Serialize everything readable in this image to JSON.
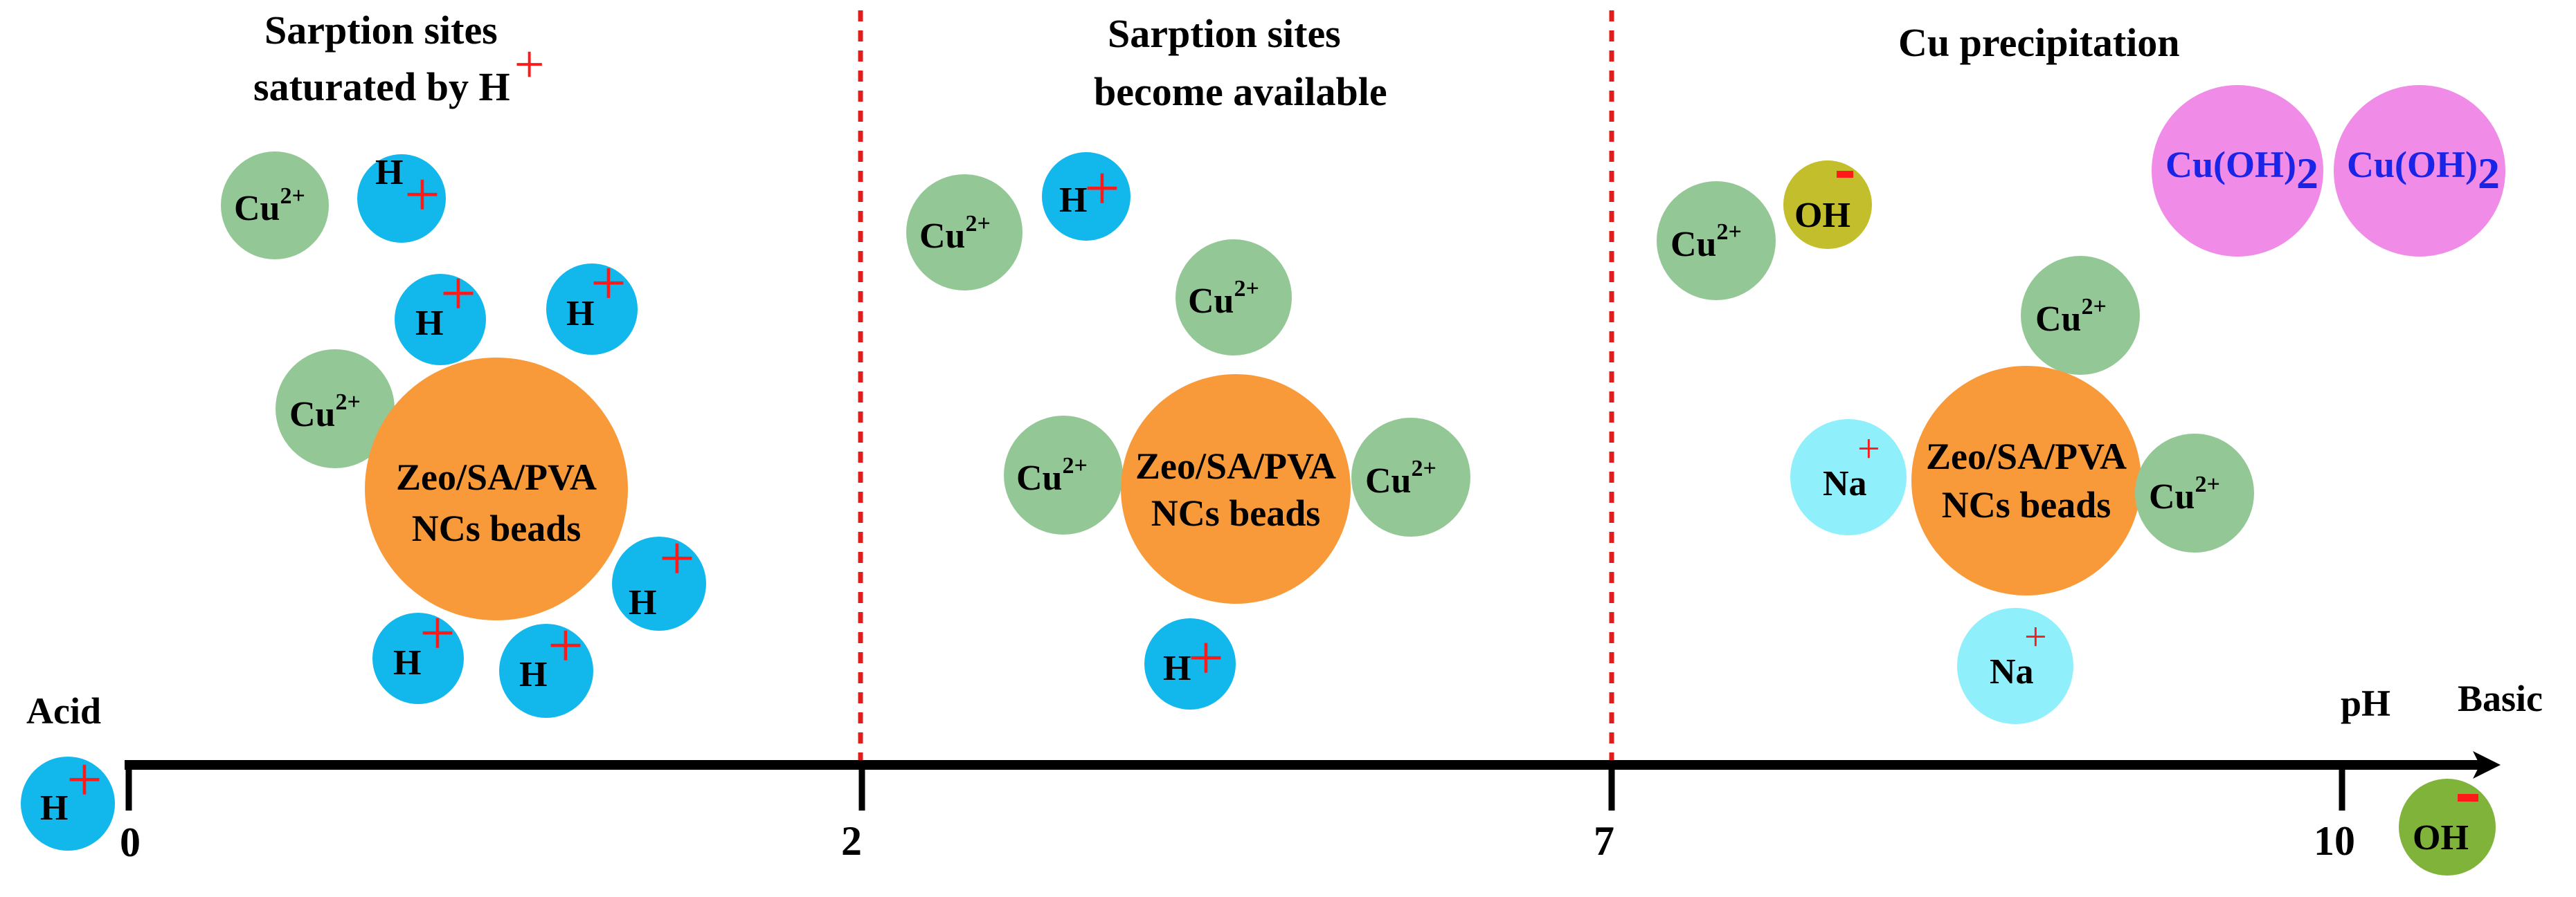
{
  "colors": {
    "bead": "#f99a3a",
    "cu": "#93c896",
    "h": "#12b7eb",
    "na": "#8ff0fb",
    "oh_olive": "#c3bf2c",
    "oh_green": "#7fb339",
    "cuoh": "#f08be8",
    "cuoh_text": "#1a24e6",
    "red": "#ff1a1a",
    "axis": "#000000"
  },
  "titles": {
    "region1_line1": "Sarption sites",
    "region1_line2": "saturated by H",
    "region1_plus": "+",
    "region2_line1": "Sarption sites",
    "region2_line2": "become available",
    "region3": "Cu precipitation"
  },
  "bead": {
    "line1": "Zeo/SA/PVA",
    "line2": "NCs beads"
  },
  "ions": {
    "cu_base": "Cu",
    "cu_charge": "2+",
    "h": "H",
    "na": "Na",
    "oh": "OH",
    "plus": "+",
    "minus": "-",
    "cuoh": "Cu(OH)",
    "cuoh_sub": "2"
  },
  "axis": {
    "left_label": "Acid",
    "right_label": "Basic",
    "unit": "pH",
    "ticks": [
      "0",
      "2",
      "7",
      "10"
    ]
  }
}
